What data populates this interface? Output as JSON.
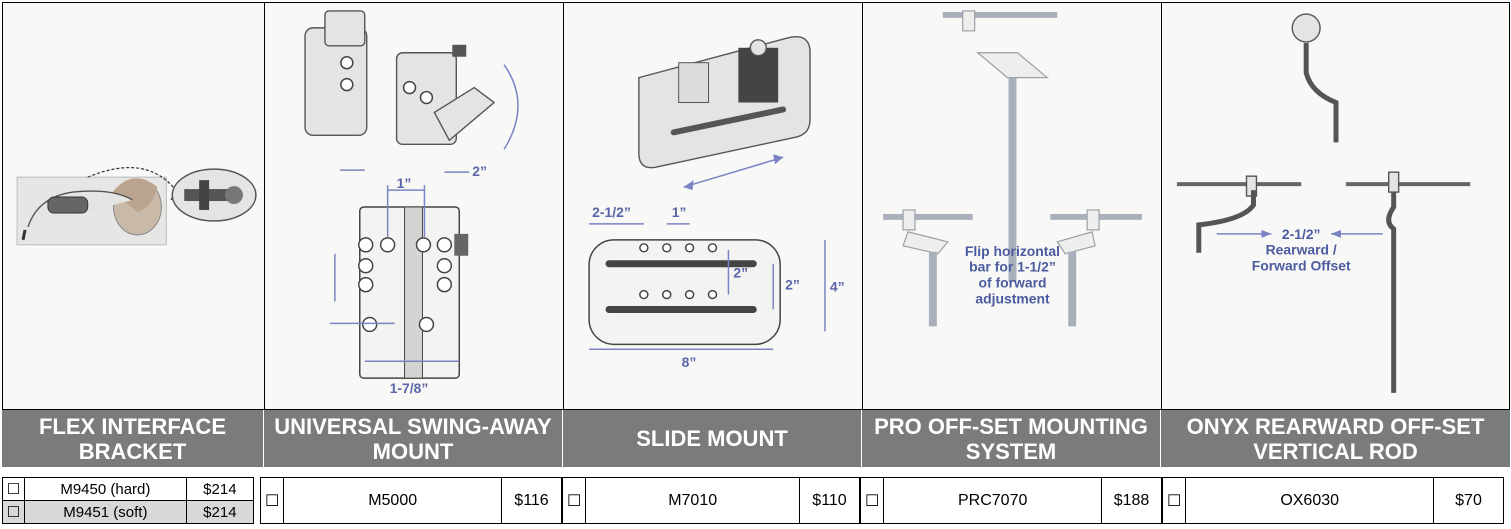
{
  "products": [
    {
      "title": "FLEX INTERFACE BRACKET"
    },
    {
      "title": "UNIVERSAL SWING-AWAY MOUNT",
      "dims": {
        "top": "1”",
        "right": "2”",
        "bottom": "1-7/8”"
      }
    },
    {
      "title": "SLIDE MOUNT",
      "dims": {
        "a": "2-1/2”",
        "b": "1”",
        "c": "2”",
        "d": "2”",
        "e": "4”",
        "f": "8”"
      }
    },
    {
      "title": "PRO OFF-SET MOUNTING SYSTEM",
      "note": [
        "Flip horizontal",
        "bar for 1-1/2”",
        "of forward",
        "adjustment"
      ]
    },
    {
      "title": "ONYX REARWARD OFF-SET VERTICAL ROD",
      "note": [
        "2-1/2”",
        "Rearward /",
        "Forward Offset"
      ]
    }
  ],
  "pricing": {
    "flex": [
      {
        "checkbox": "☐",
        "model": "M9450 (hard)",
        "price": "$214"
      },
      {
        "checkbox": "☐",
        "model": "M9451 (soft)",
        "price": "$214"
      }
    ],
    "swing": {
      "checkbox": "☐",
      "model": "M5000",
      "price": "$116"
    },
    "slide": {
      "checkbox": "☐",
      "model": "M7010",
      "price": "$110"
    },
    "pro": {
      "checkbox": "☐",
      "model": "PRC7070",
      "price": "$188"
    },
    "onyx": {
      "checkbox": "☐",
      "model": "OX6030",
      "price": "$70"
    }
  }
}
